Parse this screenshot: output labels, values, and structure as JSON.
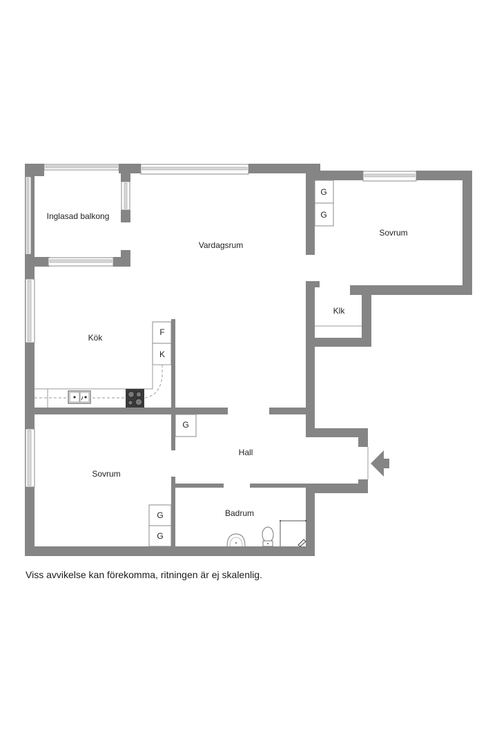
{
  "floorplan": {
    "rooms": {
      "balcony": "Inglasad balkong",
      "living": "Vardagsrum",
      "bedroom_ne": "Sovrum",
      "closet": "Klk",
      "kitchen": "Kök",
      "hall": "Hall",
      "bedroom_sw": "Sovrum",
      "bathroom": "Badrum"
    },
    "fixtures": {
      "bedroom_ne_wardrobe_1": "G",
      "bedroom_ne_wardrobe_2": "G",
      "kitchen_freezer": "F",
      "kitchen_fridge": "K",
      "hall_wardrobe": "G",
      "bedroom_sw_wardrobe_1": "G",
      "bedroom_sw_wardrobe_2": "G"
    },
    "icons": [
      "entrance-arrow-icon",
      "stove-icon",
      "sink-icon",
      "toilet-icon",
      "washbasin-icon",
      "shower-icon"
    ],
    "colors": {
      "wall": "#858585",
      "window_glass": "#d9d9d9",
      "stove": "#3a3a3a"
    }
  },
  "footer": {
    "disclaimer": "Viss avvikelse kan förekomma, ritningen är ej skalenlig."
  }
}
